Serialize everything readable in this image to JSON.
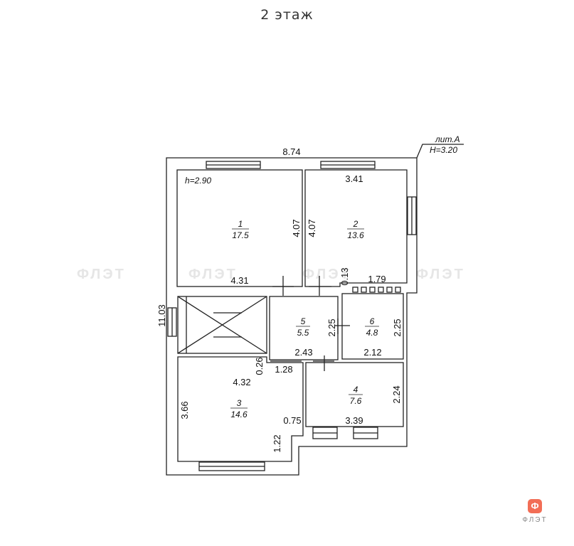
{
  "title": "2 этаж",
  "watermark": "ФЛЭТ",
  "logo": {
    "glyph": "Ф",
    "text": "ФЛЭТ",
    "color": "#f26e56"
  },
  "annotations": {
    "lit": "лит.А",
    "H": "H=3.20",
    "h": "h=2.90"
  },
  "rooms": [
    {
      "number": "1",
      "area": "17.5"
    },
    {
      "number": "2",
      "area": "13.6"
    },
    {
      "number": "3",
      "area": "14.6"
    },
    {
      "number": "4",
      "area": "7.6"
    },
    {
      "number": "5",
      "area": "5.5"
    },
    {
      "number": "6",
      "area": "4.8"
    }
  ],
  "dimensions": {
    "overall_width": "8.74",
    "overall_length": "11.03",
    "r1_width": "4.31",
    "r1_length": "4.07",
    "r2_length": "4.07",
    "r2_width": "3.41",
    "r2_offset": "0.13",
    "r2_bottom": "1.79",
    "r5_length": "2.25",
    "r5_width": "2.43",
    "r6_length": "2.25",
    "r6_width": "2.12",
    "r3_offset": "0.26",
    "r3_step": "1.28",
    "r3_width": "4.32",
    "r3_length": "3.66",
    "r3_notch_w": "0.75",
    "r3_notch_h": "1.22",
    "r4_length": "2.24",
    "r4_width": "3.39"
  }
}
